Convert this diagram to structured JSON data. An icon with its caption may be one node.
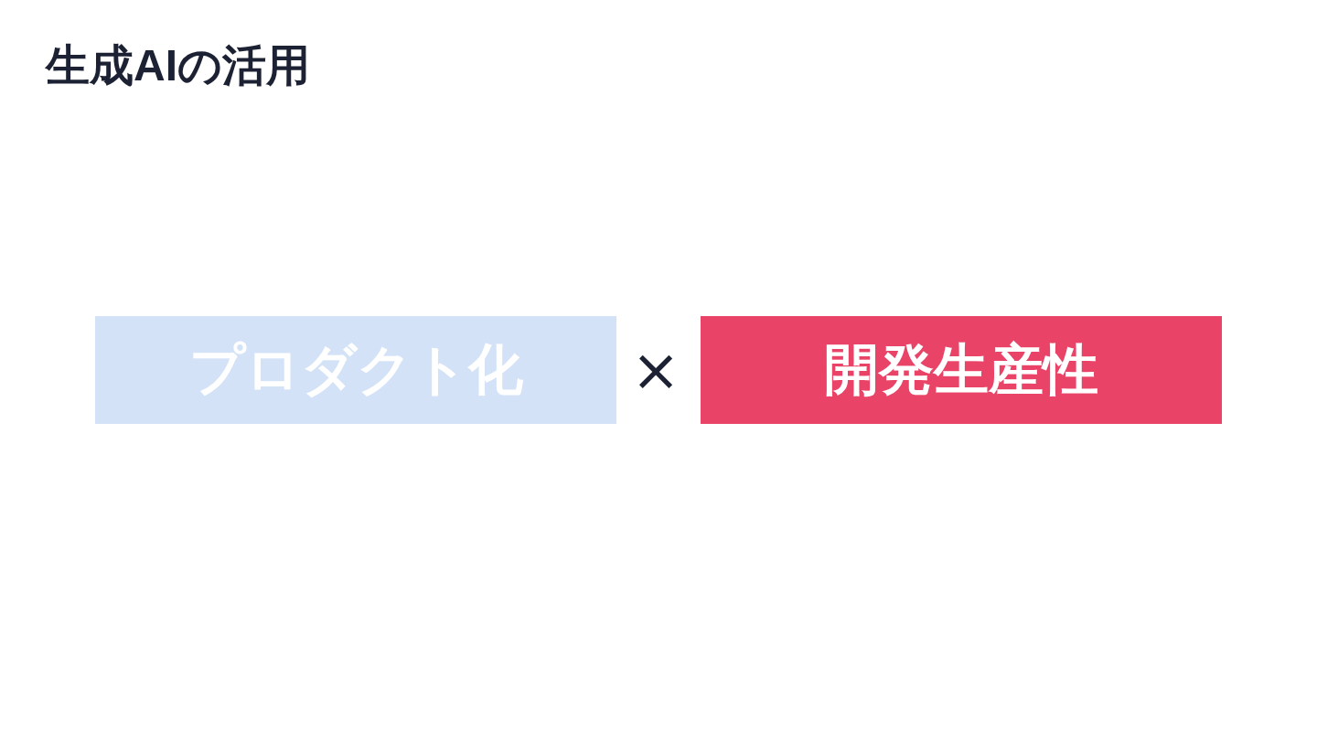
{
  "diagram": {
    "title": "生成AIの活用",
    "nodes": [
      {
        "text": [
          "プロダクト化"
        ]
      },
      {
        "text": [
          "開発生産性"
        ]
      }
    ],
    "edges": [],
    "labels": [
      "×"
    ]
  }
}
